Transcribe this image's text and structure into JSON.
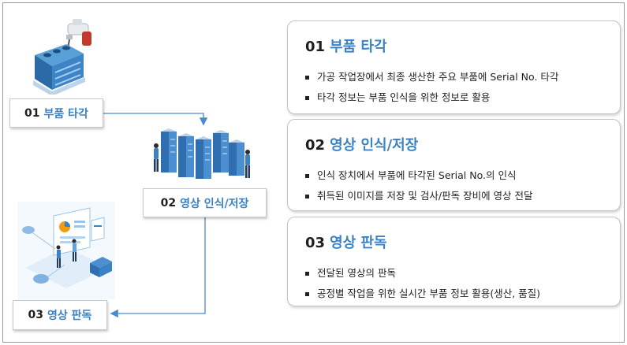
{
  "flow": {
    "step1": {
      "num": "01",
      "label": "부품 타각",
      "illustration": "engine-block-with-drill-icon"
    },
    "step2": {
      "num": "02",
      "label": "영상 인식/저장",
      "illustration": "server-racks-with-people-icon"
    },
    "step3": {
      "num": "03",
      "label": "영상 판독",
      "illustration": "analysis-dashboard-icon"
    }
  },
  "panels": [
    {
      "num": "01",
      "title": "부품 타각",
      "bullets": [
        "가공 작업장에서 최종 생산한 주요 부품에 Serial No. 타각",
        "타각 정보는 부품 인식을 위한 정보로 활용"
      ]
    },
    {
      "num": "02",
      "title": "영상 인식/저장",
      "bullets": [
        "인식 장치에서 부품에 타각된 Serial No.의 인식",
        "취득된 이미지를 저장 및 검사/판독 장비에 영상 전달"
      ]
    },
    {
      "num": "03",
      "title": "영상 판독",
      "bullets": [
        "전달된 영상의 판독",
        "공정별 작업을 위한 실시간 부품 정보 활용(생산, 품질)"
      ]
    }
  ],
  "colors": {
    "accent": "#3b82c4",
    "connector": "#4a8ad0",
    "text": "#1f1f1f"
  }
}
